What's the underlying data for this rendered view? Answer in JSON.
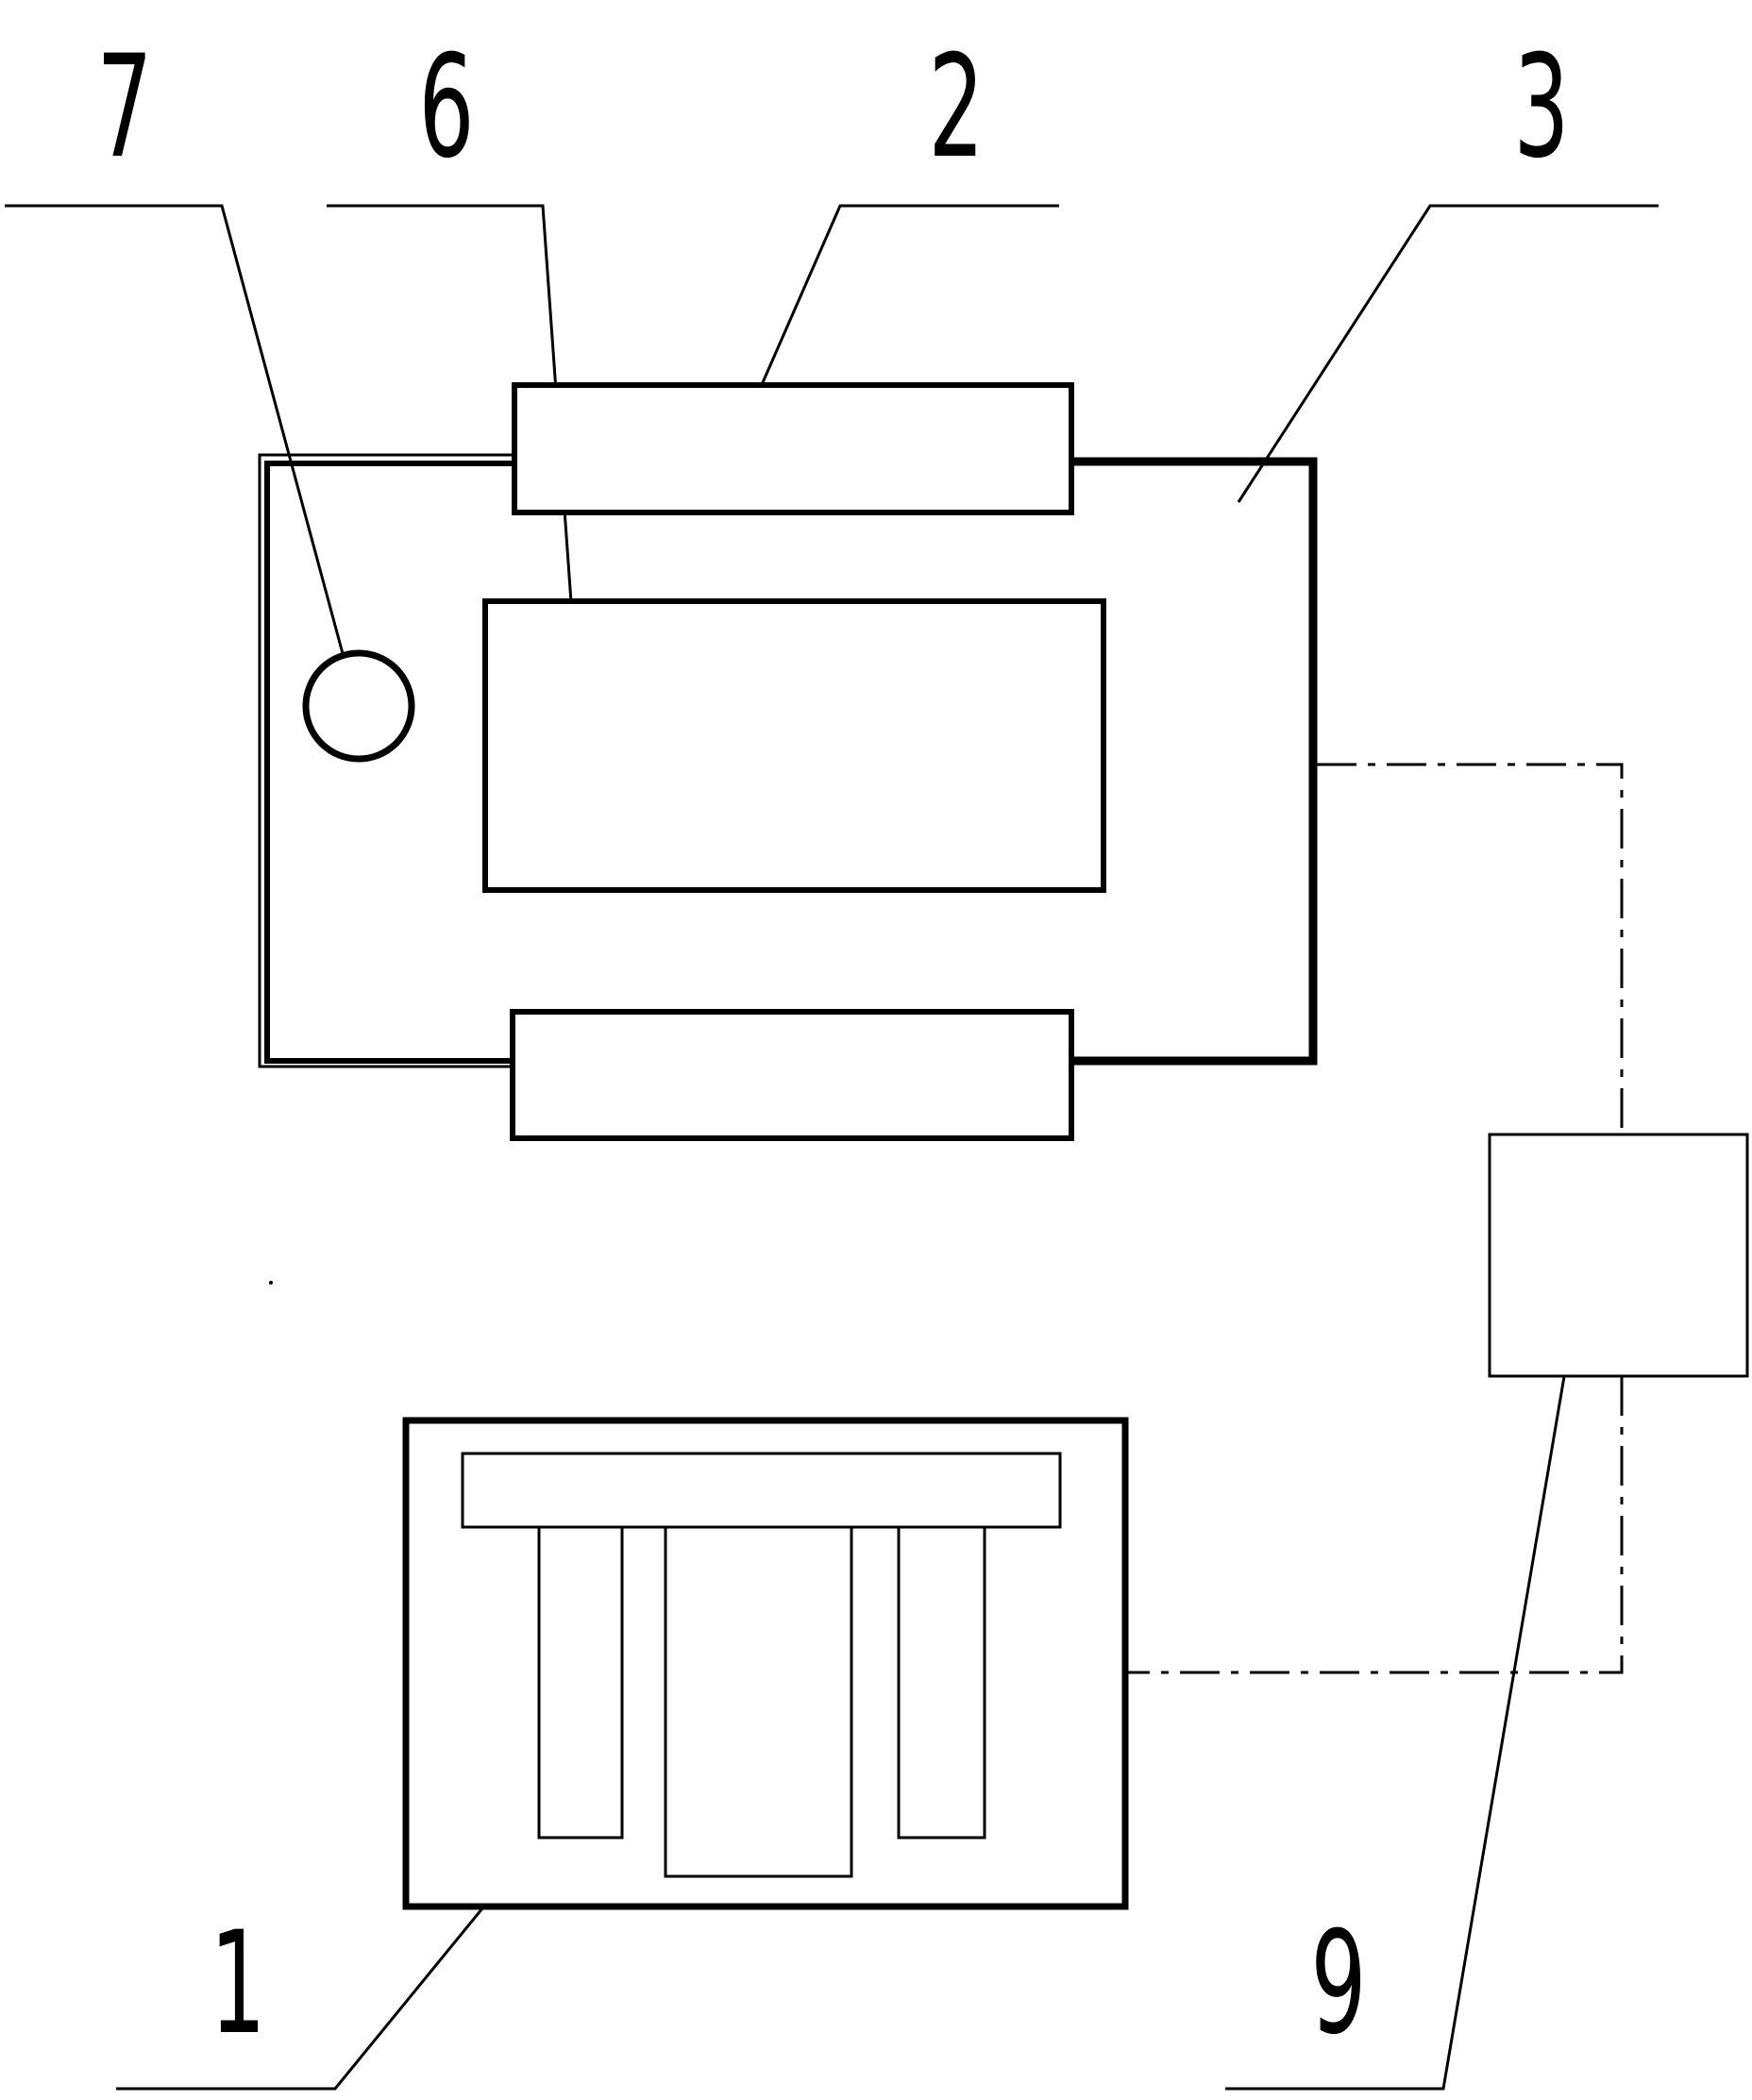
{
  "labels": {
    "ref_7": "7",
    "ref_6": "6",
    "ref_2": "2",
    "ref_3": "3",
    "ref_1": "1",
    "ref_9": "9"
  },
  "colors": {
    "line": "#000000",
    "background": "#ffffff"
  }
}
